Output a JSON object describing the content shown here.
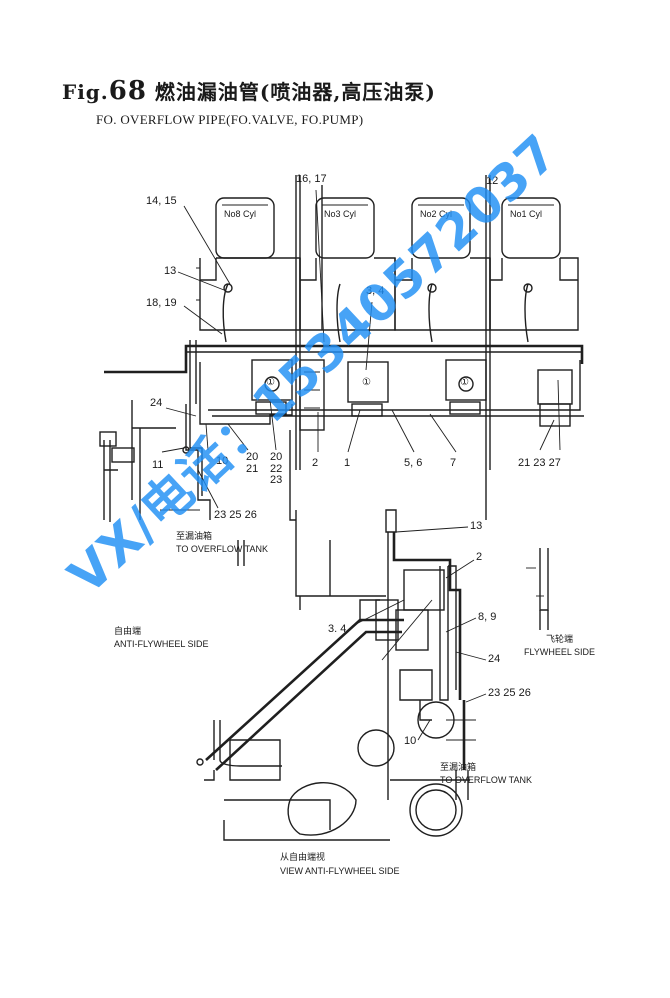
{
  "title": {
    "fig_prefix": "Fig.",
    "fig_number": "68",
    "cn_title": "燃油漏油管(喷油器,高压油泵)",
    "en_title": "FO. OVERFLOW PIPE(FO.VALVE, FO.PUMP)"
  },
  "cylinders": [
    "No8 Cyl",
    "No3 Cyl",
    "No2 Cyl",
    "No1 Cyl"
  ],
  "pump_marks": [
    "①",
    "①",
    "①"
  ],
  "top_view_labels": {
    "l_14_15": "14, 15",
    "l_13": "13",
    "l_18_19": "18, 19",
    "l_16_17": "16, 17",
    "l_12": "12",
    "l_3_4": "3, 4",
    "l_24": "24",
    "l_11": "11",
    "l_10": "10",
    "l_20_21": "20\n21",
    "l_20_22_23": "20\n22\n23",
    "l_2": "2",
    "l_1": "1",
    "l_5_6": "5, 6",
    "l_7": "7",
    "l_21_23_27": "21  23  27",
    "l_23_25_26": "23  25  26"
  },
  "tank_top": {
    "cn": "至漏油箱",
    "en": "TO OVERFLOW TANK"
  },
  "side_view_labels": {
    "l_13": "13",
    "l_2": "2",
    "l_8_9": "8, 9",
    "l_3_4": "3. 4",
    "l_24": "24",
    "l_23_25_26": "23  25  26",
    "l_10": "10"
  },
  "anti_side": {
    "cn": "自由端",
    "en": "ANTI-FLYWHEEL SIDE"
  },
  "flywheel_side": {
    "cn": "飞轮端",
    "en": "FLYWHEEL SIDE"
  },
  "tank_bottom": {
    "cn": "至漏油箱",
    "en": "TO OVERFLOW TANK"
  },
  "view_caption": {
    "cn": "从自由端视",
    "en": "VIEW  ANTI-FLYWHEEL SIDE"
  },
  "watermark": "VX/电话：15340572037",
  "colors": {
    "ink": "#1f1f1f",
    "watermark": "#1f8ff5",
    "background": "#ffffff"
  }
}
